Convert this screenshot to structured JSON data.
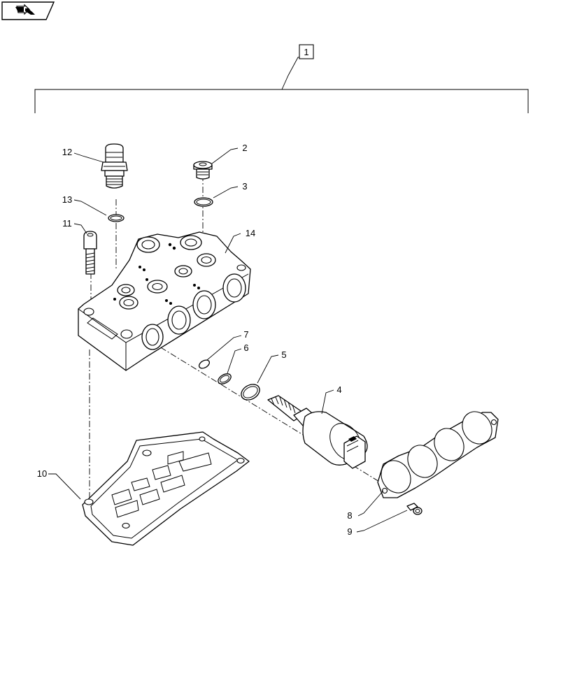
{
  "toolbar": {
    "icon": "back-arrow-icon"
  },
  "assembly": {
    "label": "1"
  },
  "callouts": [
    {
      "id": "c2",
      "label": "2"
    },
    {
      "id": "c3",
      "label": "3"
    },
    {
      "id": "c4",
      "label": "4"
    },
    {
      "id": "c5",
      "label": "5"
    },
    {
      "id": "c6",
      "label": "6"
    },
    {
      "id": "c7",
      "label": "7"
    },
    {
      "id": "c8",
      "label": "8"
    },
    {
      "id": "c9",
      "label": "9"
    },
    {
      "id": "c10",
      "label": "10"
    },
    {
      "id": "c11",
      "label": "11"
    },
    {
      "id": "c12",
      "label": "12"
    },
    {
      "id": "c13",
      "label": "13"
    },
    {
      "id": "c14",
      "label": "14"
    }
  ]
}
